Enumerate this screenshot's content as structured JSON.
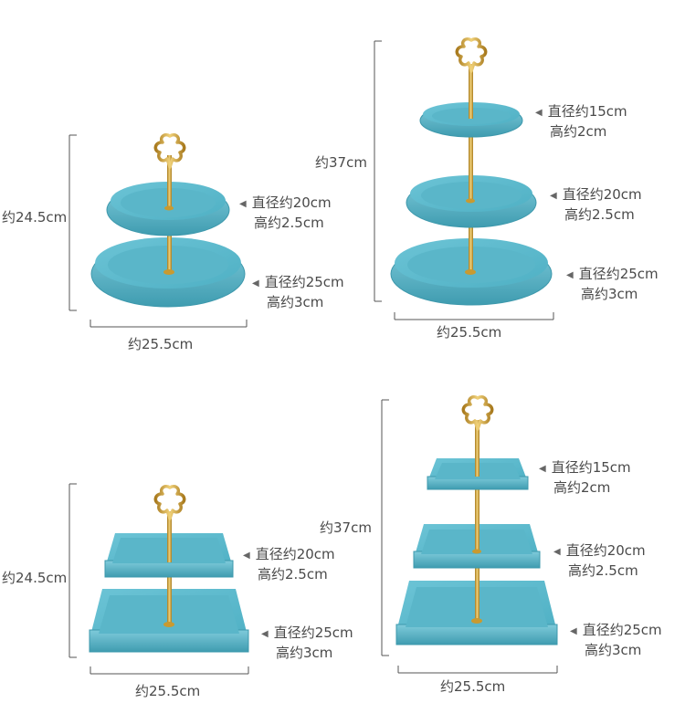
{
  "colors": {
    "plate": "#5bb9cc",
    "plate_light": "#86d0de",
    "plate_dark": "#3f97ab",
    "gold": "#d4a63a",
    "line": "#555555"
  },
  "panels": [
    {
      "height_label": "约24.5cm",
      "width_label": "约25.5cm",
      "tiers": [
        {
          "diameter": "直径约20cm",
          "height": "高约2.5cm"
        },
        {
          "diameter": "直径约25cm",
          "height": "高约3cm"
        }
      ]
    },
    {
      "height_label": "约37cm",
      "width_label": "约25.5cm",
      "tiers": [
        {
          "diameter": "直径约15cm",
          "height": "高约2cm"
        },
        {
          "diameter": "直径约20cm",
          "height": "高约2.5cm"
        },
        {
          "diameter": "直径约25cm",
          "height": "高约3cm"
        }
      ]
    },
    {
      "height_label": "约24.5cm",
      "width_label": "约25.5cm",
      "tiers": [
        {
          "diameter": "直径约20cm",
          "height": "高约2.5cm"
        },
        {
          "diameter": "直径约25cm",
          "height": "高约3cm"
        }
      ]
    },
    {
      "height_label": "约37cm",
      "width_label": "约25.5cm",
      "tiers": [
        {
          "diameter": "直径约15cm",
          "height": "高约2cm"
        },
        {
          "diameter": "直径约20cm",
          "height": "高约2.5cm"
        },
        {
          "diameter": "直径约25cm",
          "height": "高约3cm"
        }
      ]
    }
  ]
}
